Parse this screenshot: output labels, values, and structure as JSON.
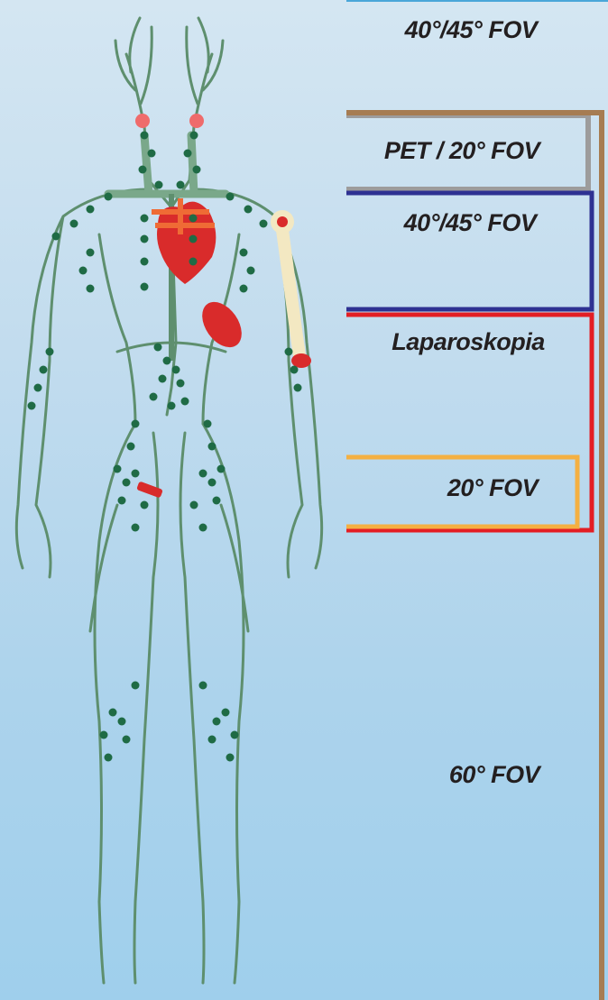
{
  "colors": {
    "background_top": "#d4e6f2",
    "background_bottom": "#9fcfec",
    "lymph_vessel": "#5e8f6e",
    "lymph_node": "#1f6b45",
    "heart": "#d92b2b",
    "vessels": "#ef6b35",
    "bone": "#f3e8c2",
    "region_top": "#4aa6d9",
    "region_pet": "#9d9c9c",
    "region_chest": "#2e3192",
    "region_abdomen": "#e31e24",
    "region_pelvis": "#f4b042",
    "region_whole_body": "#a67c52"
  },
  "labels": {
    "head": "40°/45° FOV",
    "pet": "PET / 20° FOV",
    "chest": "40°/45° FOV",
    "laparoscopy": "Laparoskopia",
    "pelvis": "20° FOV",
    "whole_body": "60° FOV"
  }
}
